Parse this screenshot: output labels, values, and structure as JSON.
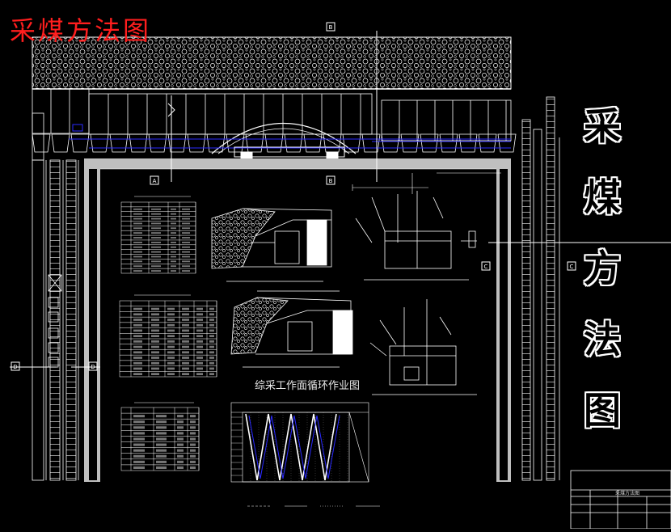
{
  "title_red": "采煤方法图",
  "side_title": [
    "采",
    "煤",
    "方",
    "法",
    "图"
  ],
  "center_caption": "综采工作面循环作业图",
  "section_labels": {
    "A": "A",
    "B": "B",
    "C": "C",
    "D": "D"
  },
  "titleblock": {
    "drawing_name": "采煤方法图"
  },
  "colors": {
    "background": "#000000",
    "linework": "#ffffff",
    "red_title": "#ff1e1e",
    "blue_lines": "#2a2aff"
  }
}
